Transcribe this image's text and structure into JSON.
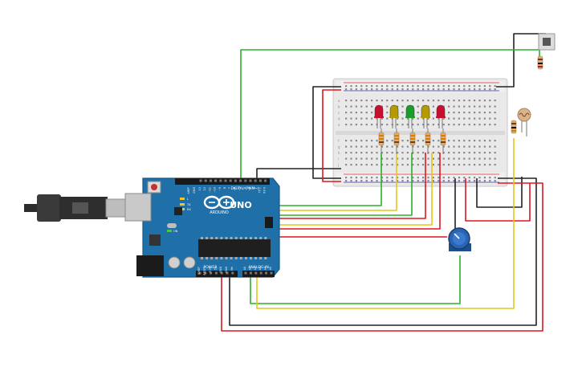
{
  "board": {
    "brand": "ARDUINO",
    "model": "UNO",
    "digital_label": "DIGITAL (PWM~)",
    "power_label": "POWER",
    "analog_label": "ANALOG IN",
    "tx_label": "TX",
    "rx_label": "RX",
    "l_label": "L",
    "on_label": "ON",
    "aref_label": "AREF",
    "gnd_label": "GND",
    "digital_pins": [
      "13",
      "12",
      "~11",
      "~10",
      "~9",
      "8",
      "7",
      "~6",
      "~5",
      "4",
      "~3",
      "2",
      "TX 1",
      "RX 0"
    ],
    "power_pins": [
      "IOREF",
      "RESET",
      "3.3V",
      "5V",
      "GND",
      "GND",
      "Vin"
    ],
    "analog_pins": [
      "A0",
      "A1",
      "A2",
      "A3",
      "A4",
      "A5"
    ]
  },
  "breadboard": {
    "row_letters_top": [
      "a",
      "b",
      "c",
      "d",
      "e"
    ],
    "row_letters_bottom": [
      "f",
      "g",
      "h",
      "i",
      "j"
    ]
  },
  "leds": [
    {
      "color": "red",
      "hex": "#c8102e"
    },
    {
      "color": "yellow",
      "hex": "#b59a00"
    },
    {
      "color": "green",
      "hex": "#1a9d2b"
    },
    {
      "color": "yellow",
      "hex": "#b59a00"
    },
    {
      "color": "red",
      "hex": "#c8102e"
    }
  ],
  "colors": {
    "board": "#1f6fa8",
    "board_edge": "#155a8a",
    "wire_red": "#e0161d",
    "wire_green": "#2bb02b",
    "wire_yellow": "#e6c619",
    "wire_black": "#222222",
    "breadboard": "#e8e8e8",
    "usb": "#3a3a3a"
  },
  "icons": [
    "usb-plug-icon",
    "reset-button-icon",
    "arduino-infinity-logo-icon",
    "pushbutton-icon",
    "potentiometer-icon",
    "photoresistor-icon",
    "resistor-icon",
    "led-icon"
  ]
}
